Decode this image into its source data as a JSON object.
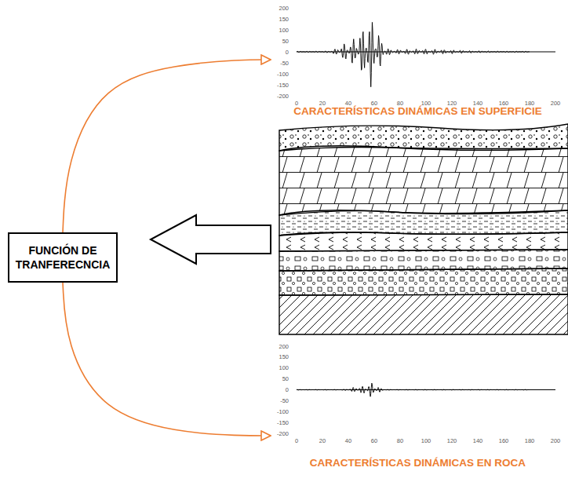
{
  "diagram": {
    "nodes": [
      {
        "text": [
          "FUNCIÓN DE TRANFERECNCIA"
        ]
      },
      {
        "text": [
          "CARACTERÍSTICAS DINÁMICAS EN SUPERFICIE"
        ]
      },
      {
        "text": [
          "CARACTERÍSTICAS DINÁMICAS EN ROCA"
        ]
      }
    ],
    "edges": [
      {
        "from": 0,
        "to": 1,
        "arrow": "to"
      },
      {
        "from": 0,
        "to": 2,
        "arrow": "to"
      }
    ],
    "labels": [
      "200",
      "150",
      "100",
      "50",
      "0",
      "-50",
      "-100",
      "-150",
      "-200",
      "0",
      "20",
      "40",
      "60",
      "80",
      "100",
      "120",
      "140",
      "160",
      "180",
      "200",
      "200",
      "150",
      "100",
      "50",
      "0",
      "-50",
      "-100",
      "-150",
      "-200",
      "0",
      "20",
      "40",
      "60",
      "80",
      "100",
      "120",
      "140",
      "160",
      "180",
      "200"
    ]
  }
}
